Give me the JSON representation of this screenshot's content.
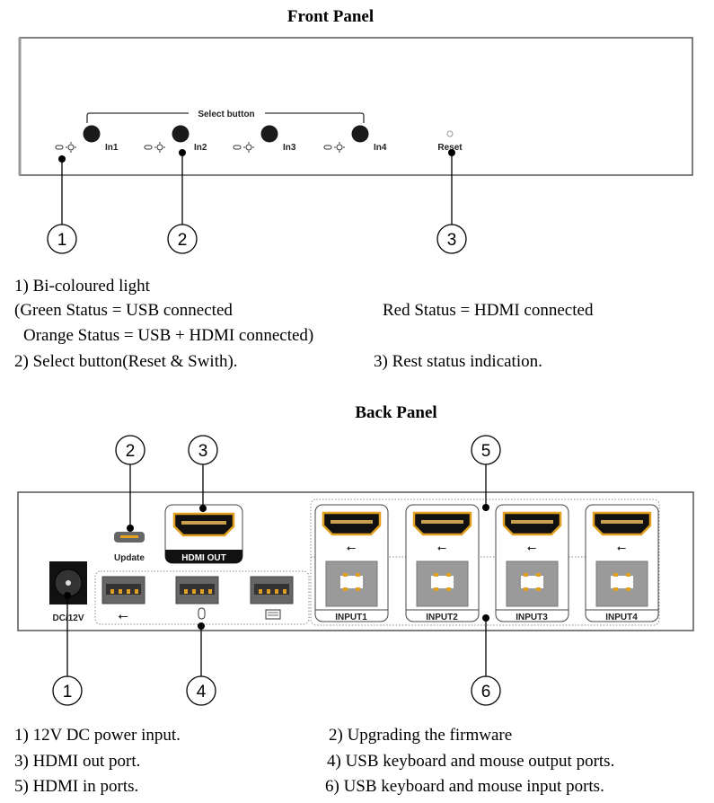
{
  "front_panel": {
    "title": "Front Panel",
    "select_label": "Select button",
    "inputs": [
      "In1",
      "In2",
      "In3",
      "In4"
    ],
    "reset_label": "Reset",
    "callouts": [
      "1",
      "2",
      "3"
    ],
    "notes": {
      "n1": "1)  Bi-coloured light",
      "green": "(Green Status = USB connected",
      "red": "Red Status = HDMI connected",
      "orange": "Orange Status = USB + HDMI connected)",
      "n2": "2)  Select button(Reset & Swith).",
      "n3": "3) Rest status indication."
    }
  },
  "back_panel": {
    "title": "Back Panel",
    "dc_label": "DC/12V",
    "update_label": "Update",
    "hdmi_out_label": "HDMI OUT",
    "inputs": [
      "INPUT1",
      "INPUT2",
      "INPUT3",
      "INPUT4"
    ],
    "callouts": [
      "1",
      "2",
      "3",
      "4",
      "5",
      "6"
    ],
    "notes": {
      "n1": "1)  12V DC power input.",
      "n2": "2) Upgrading the firmware",
      "n3": "3) HDMI out port.",
      "n4": "4) USB keyboard and mouse output ports.",
      "n5": "5) HDMI in ports.",
      "n6": "6) USB keyboard and mouse input ports."
    }
  },
  "colors": {
    "hdmi_gold": "#e0a020",
    "port_grey": "#9a9a9a"
  }
}
